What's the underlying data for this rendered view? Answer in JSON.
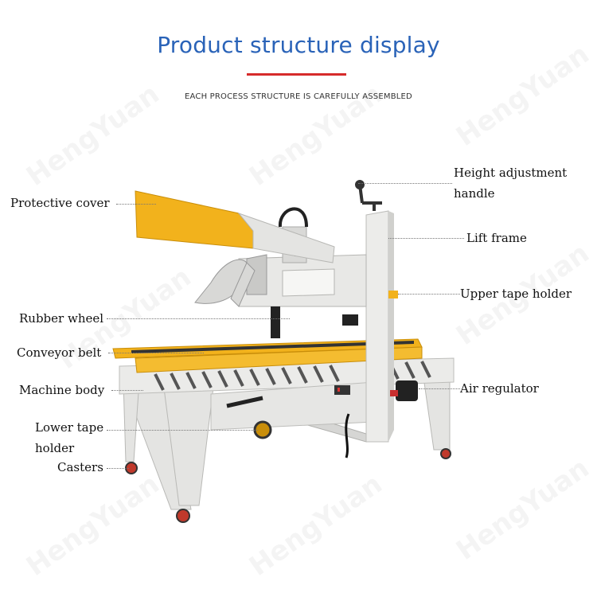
{
  "header": {
    "title": "Product structure display",
    "subtitle": "EACH PROCESS STRUCTURE IS CAREFULLY ASSEMBLED"
  },
  "labels": {
    "height_adjustment_line1": "Height adjustment",
    "height_adjustment_line2": "handle",
    "protective_cover": "Protective cover",
    "lift_frame": "Lift frame",
    "upper_tape_holder": "Upper tape holder",
    "rubber_wheel": "Rubber wheel",
    "conveyor_belt": "Conveyor belt",
    "machine_body": "Machine body",
    "air_regulator": "Air regulator",
    "lower_tape_holder_line1": "Lower tape",
    "lower_tape_holder_line2": "holder",
    "casters": "Casters"
  },
  "watermark": "HengYuan",
  "colors": {
    "title_blue": "#2a63b8",
    "accent_red": "#d62b2b",
    "machine_yellow": "#f2b21c",
    "machine_frame": "#e2e2e0"
  }
}
